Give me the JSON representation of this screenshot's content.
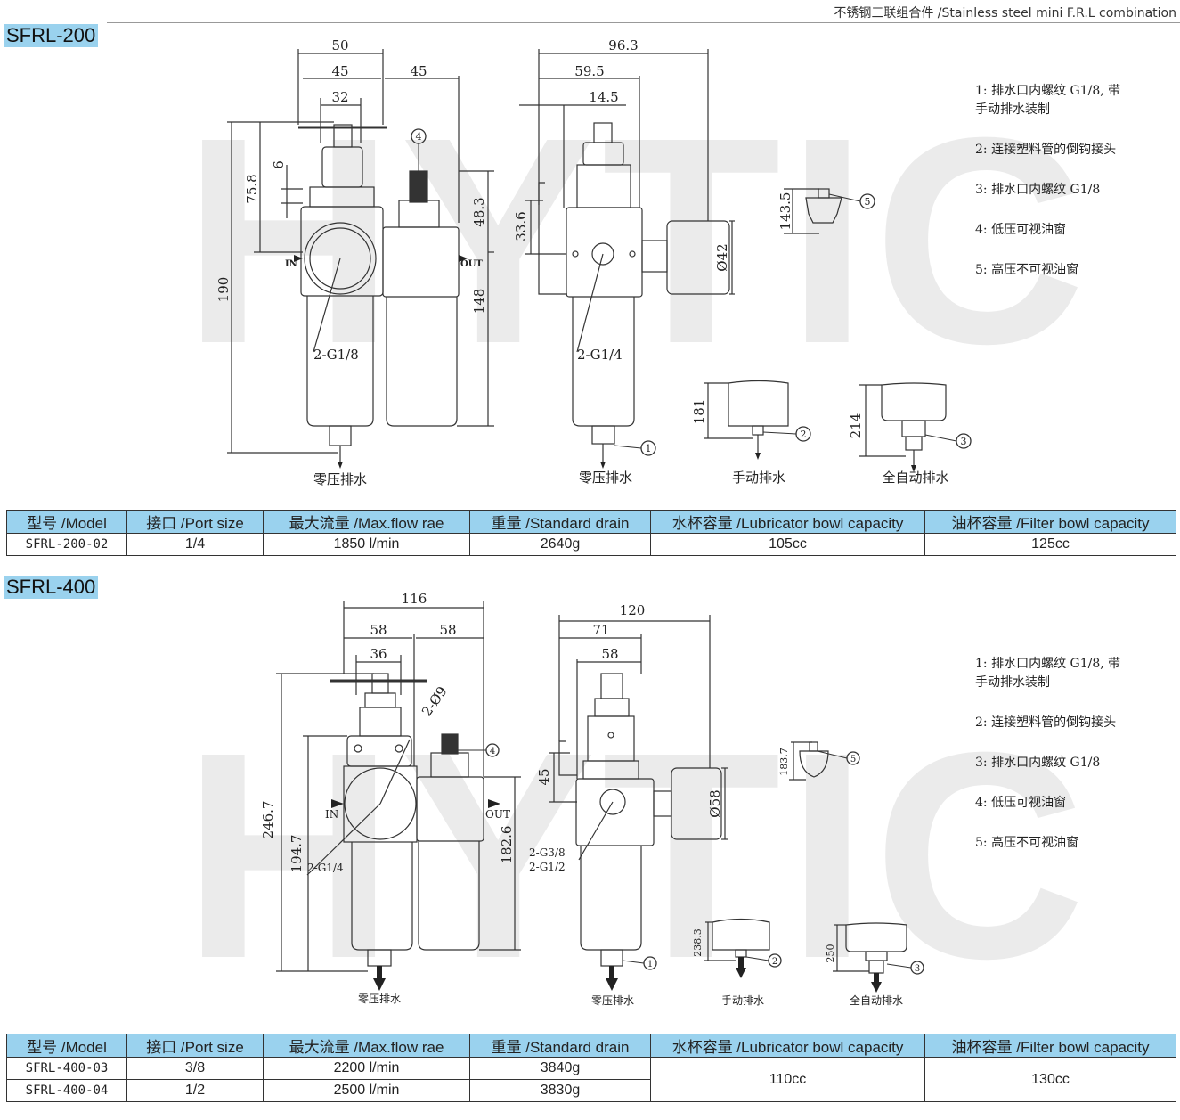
{
  "header": {
    "title": "不锈钢三联组合件 /Stainless steel mini F.R.L combination"
  },
  "watermark": "HYTIC",
  "columns": [
    "型号 /Model",
    "接口 /Port size",
    "最大流量 /Max.flow rae",
    "重量 /Standard drain",
    "水杯容量 /Lubricator bowl capacity",
    "油杯容量 /Filter bowl capacity"
  ],
  "sfrl200": {
    "title": "SFRL-200",
    "dims": {
      "d50": "50",
      "d45a": "45",
      "d45b": "45",
      "d32": "32",
      "d75": "75.8",
      "d6": "6",
      "d190": "190",
      "d48": "48.3",
      "d148": "148",
      "d96": "96.3",
      "d59": "59.5",
      "d14": "14.5",
      "d33": "33.6",
      "d42": "Ø42",
      "d143": "143.5",
      "d181": "181",
      "d214": "214"
    },
    "labels": {
      "in": "IN",
      "out": "OUT",
      "port_front": "2-G1/8",
      "port_side": "2-G1/4",
      "drain1": "零压排水",
      "drain2": "零压排水",
      "manual": "手动排水",
      "auto": "全自动排水",
      "n1": "1",
      "n2": "2",
      "n3": "3",
      "n4": "4",
      "n5": "5"
    },
    "notes": [
      "1: 排水口内螺纹 G1/8, 带",
      "手动排水装制",
      "2: 连接塑料管的倒钩接头",
      "3: 排水口内螺纹 G1/8",
      "4: 低压可视油窗",
      "5: 高压不可视油窗"
    ],
    "rows": [
      {
        "model": "SFRL-200-02",
        "port": "1/4",
        "flow": "1850 l/min",
        "weight": "2640g",
        "lub": "105cc",
        "filter": "125cc"
      }
    ]
  },
  "sfrl400": {
    "title": "SFRL-400",
    "dims": {
      "d116": "116",
      "d58a": "58",
      "d58b": "58",
      "d36": "36",
      "d2o9": "2-Ø9",
      "d246": "246.7",
      "d194": "194.7",
      "d182": "182.6",
      "d120": "120",
      "d71": "71",
      "d58c": "58",
      "d45": "45",
      "d58d": "Ø58",
      "d183": "183.7",
      "d238": "238.3",
      "d250": "250"
    },
    "labels": {
      "in": "IN",
      "out": "OUT",
      "port_front": "2-G1/4",
      "port_side1": "2-G3/8",
      "port_side2": "2-G1/2",
      "drain1": "零压排水",
      "drain2": "零压排水",
      "manual": "手动排水",
      "auto": "全自动排水",
      "n1": "1",
      "n2": "2",
      "n3": "3",
      "n4": "4",
      "n5": "5"
    },
    "notes": [
      "1: 排水口内螺纹 G1/8, 带",
      "手动排水装制",
      "2: 连接塑料管的倒钩接头",
      "3: 排水口内螺纹 G1/8",
      "4: 低压可视油窗",
      "5: 高压不可视油窗"
    ],
    "rows": [
      {
        "model": "SFRL-400-03",
        "port": "3/8",
        "flow": "2200 l/min",
        "weight": "3840g"
      },
      {
        "model": "SFRL-400-04",
        "port": "1/2",
        "flow": "2500 l/min",
        "weight": "3830g"
      }
    ],
    "lub": "110cc",
    "filter": "130cc"
  }
}
